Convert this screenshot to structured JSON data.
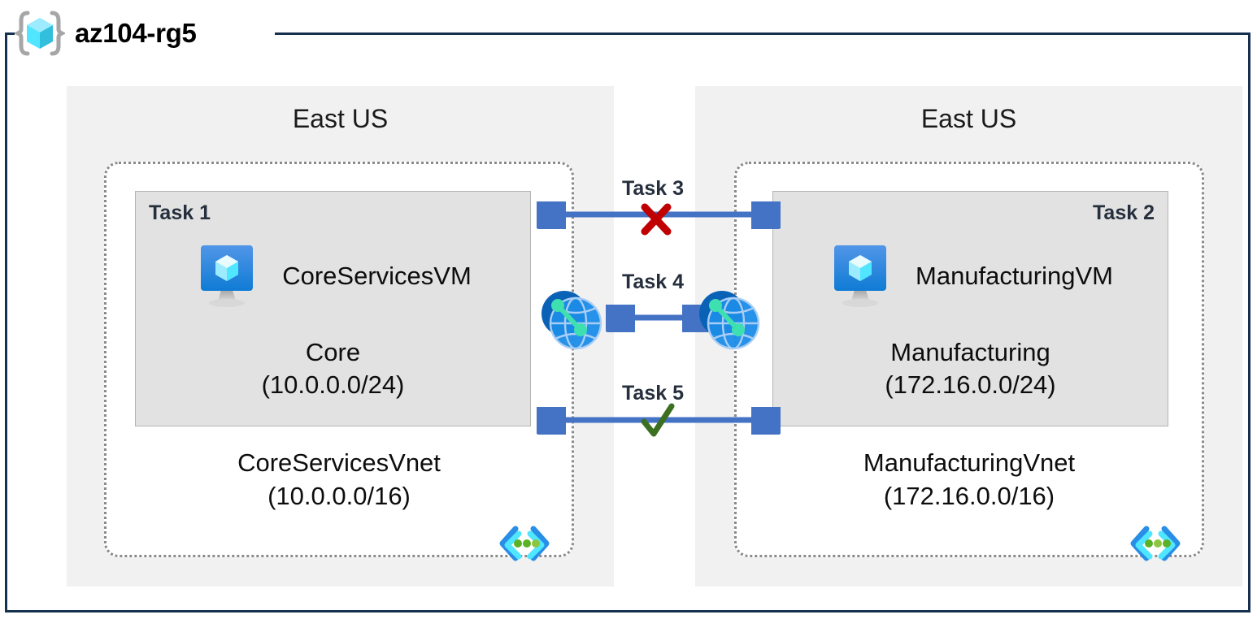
{
  "resource_group": {
    "title": "az104-rg5",
    "icon": "resource-group-cube-icon"
  },
  "regions": [
    {
      "id": "left",
      "label": "East US"
    },
    {
      "id": "right",
      "label": "East US"
    }
  ],
  "vnets": [
    {
      "id": "core",
      "name": "CoreServicesVnet",
      "address_space": "(10.0.0.0/16)",
      "icon": "vnet-icon",
      "subnet": {
        "task_tag": "Task 1",
        "task_tag_align": "left",
        "vm_name": "CoreServicesVM",
        "vm_icon": "virtual-machine-icon",
        "subnet_name": "Core",
        "subnet_range": "(10.0.0.0/24)"
      }
    },
    {
      "id": "manufacturing",
      "name": "ManufacturingVnet",
      "address_space": "(172.16.0.0/16)",
      "icon": "vnet-icon",
      "subnet": {
        "task_tag": "Task 2",
        "task_tag_align": "right",
        "vm_name": "ManufacturingVM",
        "vm_icon": "virtual-machine-icon",
        "subnet_name": "Manufacturing",
        "subnet_range": "(172.16.0.0/24)"
      }
    }
  ],
  "connections": [
    {
      "id": "task3",
      "label": "Task 3",
      "mark": "cross",
      "mark_color": "#C00000"
    },
    {
      "id": "task4",
      "label": "Task 4",
      "mark": "none",
      "mark_color": ""
    },
    {
      "id": "task5",
      "label": "Task 5",
      "mark": "checkmark",
      "mark_color": "#3C7020"
    }
  ],
  "peering_icons": [
    {
      "id": "peer-left",
      "name": "vnet-peering-icon"
    },
    {
      "id": "peer-right",
      "name": "vnet-peering-icon"
    }
  ],
  "colors": {
    "frame": "#16304f",
    "region_bg": "#f1f1f1",
    "subnet_bg": "#e2e2e2",
    "vnet_border": "#8a8a8a",
    "arrow": "#4472C4",
    "cross": "#C00000",
    "check": "#3C7020",
    "azure_blue": "#0078D4"
  }
}
